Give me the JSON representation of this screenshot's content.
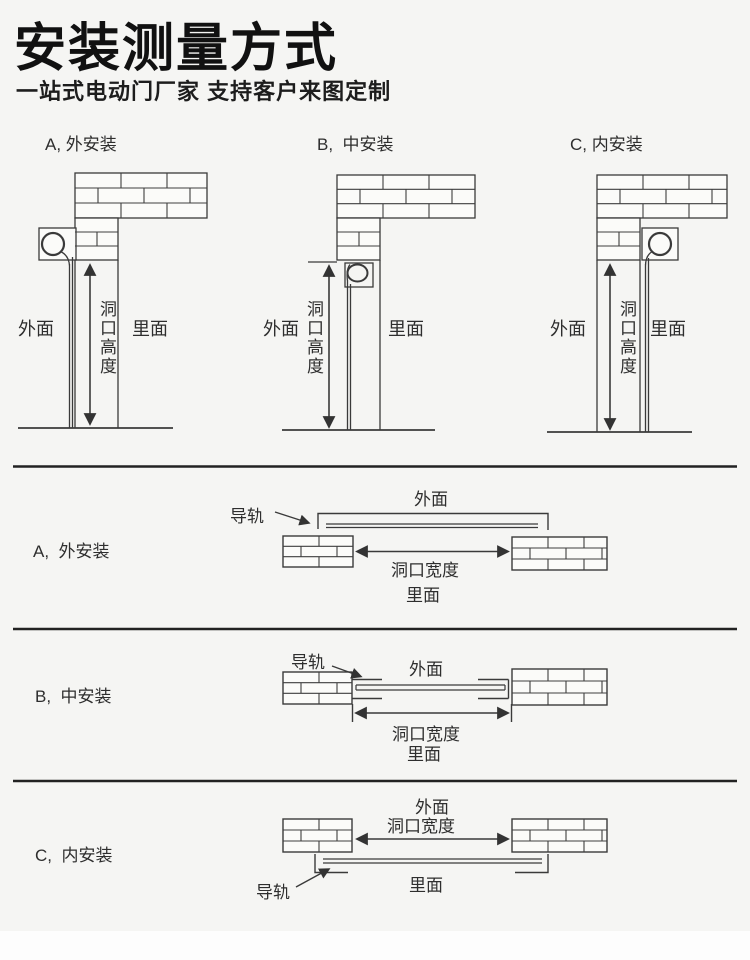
{
  "header": {
    "title": "安装测量方式",
    "subtitle": "一站式电动门厂家 支持客户来图定制"
  },
  "shared_labels": {
    "outside": "外面",
    "inside": "里面",
    "opening_height": "洞口高度",
    "opening_width": "洞口宽度",
    "guide_rail": "导轨"
  },
  "side_views": [
    {
      "label": "A, 外安装"
    },
    {
      "label": "B,  中安装"
    },
    {
      "label": "C, 内安装"
    }
  ],
  "plan_views": [
    {
      "label": "A,  外安装"
    },
    {
      "label": "B,  中安装"
    },
    {
      "label": "C,  内安装"
    }
  ],
  "colors": {
    "background": "#f5f5f3",
    "line_art": "#3a3a3a",
    "text": "#2a2a2a",
    "divider": "#222222",
    "footer_strip": "#fdfdfd"
  }
}
